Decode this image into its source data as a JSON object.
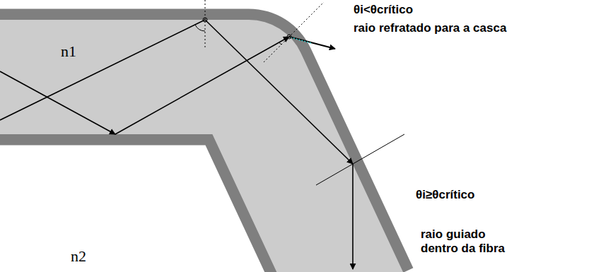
{
  "diagram": {
    "labels": [
      "θi<θcrítico",
      "raio refratado para a casca",
      "n1",
      "θi≥θcrítico",
      "raio guiado dentro da fibra",
      "n2"
    ]
  }
}
